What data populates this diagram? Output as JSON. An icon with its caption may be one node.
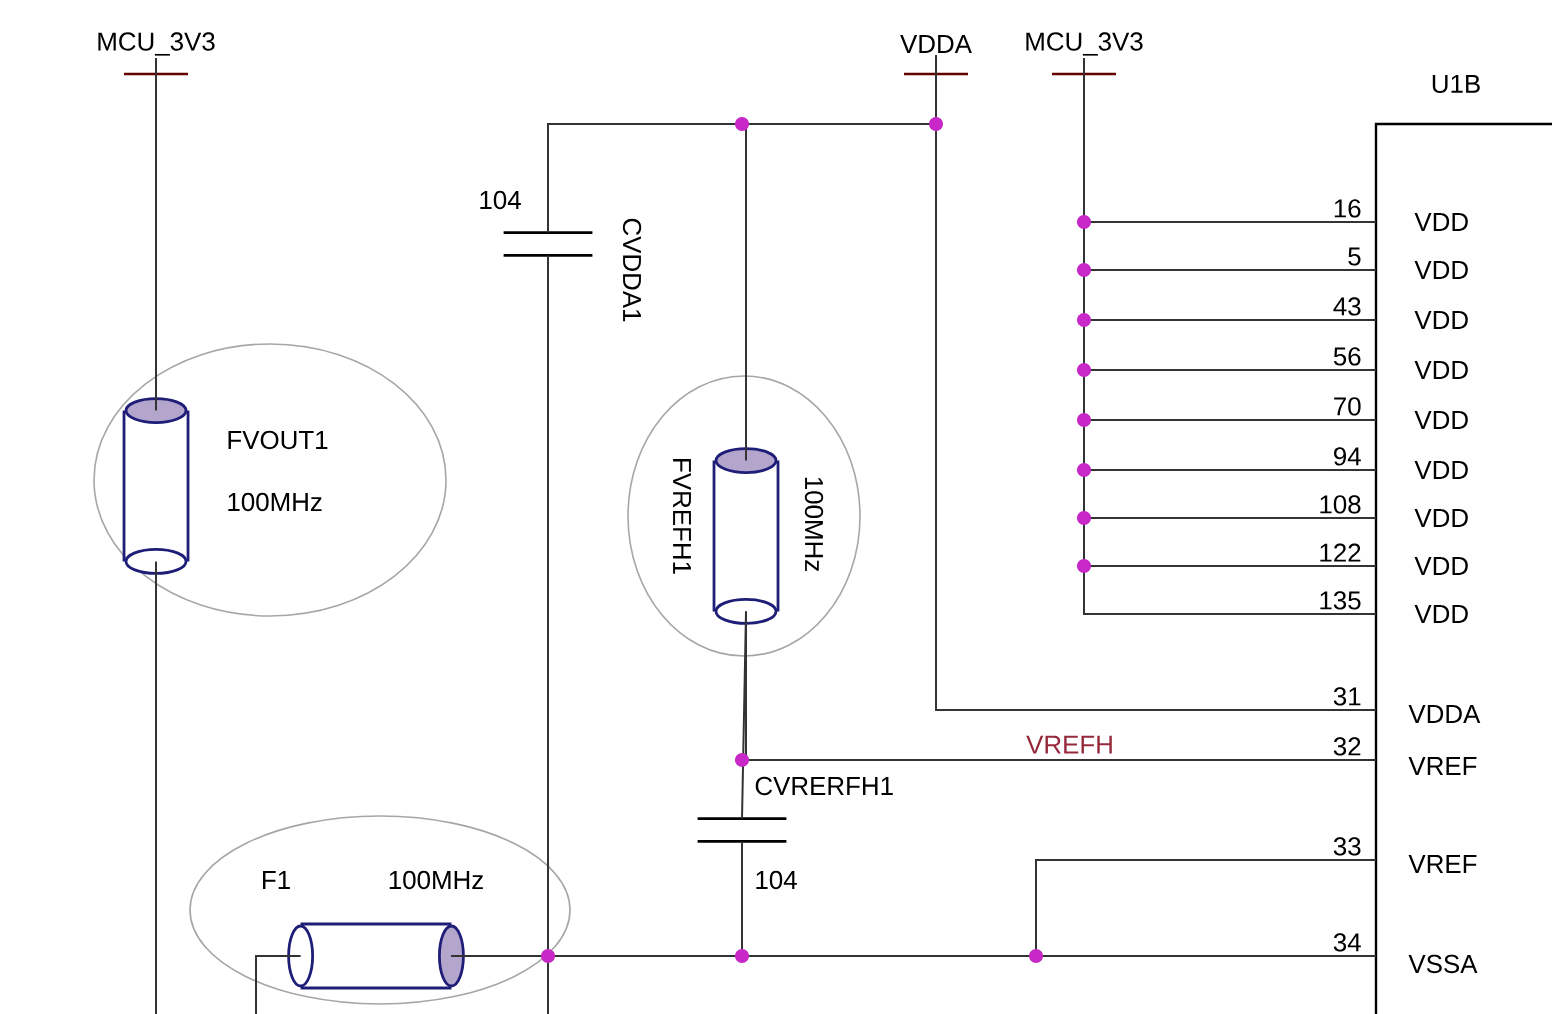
{
  "diagram": {
    "nodes": [
      {
        "text": [
          "MCU_3V3"
        ]
      },
      {
        "text": [
          "VDDA"
        ]
      },
      {
        "text": [
          "MCU_3V3"
        ]
      },
      {
        "text": [
          "U1B"
        ]
      },
      {
        "text": [
          "FVOUT1",
          "100MHz"
        ]
      },
      {
        "text": [
          "104",
          "CVDDA1"
        ]
      },
      {
        "text": [
          "FVREFH1",
          "100MHz"
        ]
      },
      {
        "text": [
          "CVRERFH1",
          "104"
        ]
      },
      {
        "text": [
          "F1",
          "100MHz"
        ]
      }
    ],
    "edges": [
      {
        "from": 0,
        "to": 4,
        "arrow": "none"
      },
      {
        "from": 4,
        "to": null,
        "arrow": "none"
      },
      {
        "from": 1,
        "to": 5,
        "arrow": "none"
      },
      {
        "from": 1,
        "to": 6,
        "arrow": "none"
      },
      {
        "from": 1,
        "to": 3,
        "arrow": "none",
        "label": "31"
      },
      {
        "from": 2,
        "to": 3,
        "arrow": "none",
        "label": "16"
      },
      {
        "from": 2,
        "to": 3,
        "arrow": "none",
        "label": "5"
      },
      {
        "from": 2,
        "to": 3,
        "arrow": "none",
        "label": "43"
      },
      {
        "from": 2,
        "to": 3,
        "arrow": "none",
        "label": "56"
      },
      {
        "from": 2,
        "to": 3,
        "arrow": "none",
        "label": "70"
      },
      {
        "from": 2,
        "to": 3,
        "arrow": "none",
        "label": "94"
      },
      {
        "from": 2,
        "to": 3,
        "arrow": "none",
        "label": "108"
      },
      {
        "from": 2,
        "to": 3,
        "arrow": "none",
        "label": "122"
      },
      {
        "from": 2,
        "to": 3,
        "arrow": "none",
        "label": "135"
      },
      {
        "from": 6,
        "to": 7,
        "arrow": "none"
      },
      {
        "from": 6,
        "to": 3,
        "arrow": "none",
        "label": "32"
      },
      {
        "from": 5,
        "to": 8,
        "arrow": "none"
      },
      {
        "from": 7,
        "to": 8,
        "arrow": "none"
      },
      {
        "from": 8,
        "to": 3,
        "arrow": "none",
        "label": "34"
      },
      {
        "from": 8,
        "to": 3,
        "arrow": "none",
        "label": "33"
      },
      {
        "from": 8,
        "to": null,
        "arrow": "none"
      },
      {
        "from": 8,
        "to": null,
        "arrow": "none"
      }
    ],
    "labels": [
      "VDD",
      "VDD",
      "VDD",
      "VDD",
      "VDD",
      "VDD",
      "VDD",
      "VDD",
      "VDD",
      "VDDA",
      "VREFH",
      "VREF",
      "VREF",
      "VSSA"
    ]
  }
}
